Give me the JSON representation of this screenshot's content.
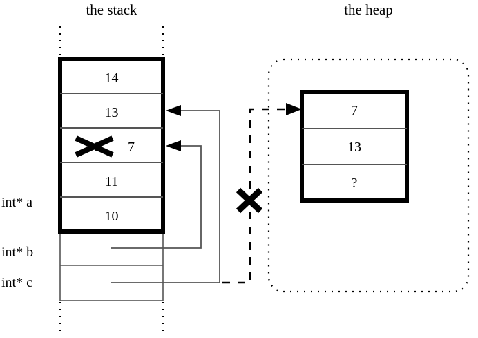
{
  "diagram": {
    "type": "memory-diagram",
    "titles": {
      "stack": "the stack",
      "heap": "the heap"
    },
    "stack": {
      "allocated_cells": [
        {
          "value": "14"
        },
        {
          "value": "13"
        },
        {
          "value": "12",
          "struck_out": true,
          "new_value": "7"
        },
        {
          "value": "11"
        },
        {
          "value": "10"
        }
      ],
      "pointer_labels": [
        {
          "name": "int* a"
        },
        {
          "name": "int* b"
        },
        {
          "name": "int* c"
        }
      ]
    },
    "heap": {
      "cells": [
        {
          "value": "7"
        },
        {
          "value": "13"
        },
        {
          "value": "?"
        }
      ]
    },
    "marks": {
      "struck_cell_cross": "cross-mark",
      "broken_pointer_cross": "cross-mark"
    },
    "colors": {
      "stroke": "#000000",
      "background": "#ffffff",
      "thin_line": "#555555"
    }
  }
}
